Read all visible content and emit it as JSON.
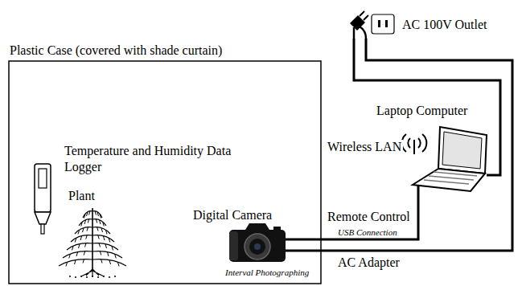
{
  "diagram": {
    "nodes": [
      {
        "text": [
          "Plastic Case (covered with shade curtain)"
        ]
      },
      {
        "text": [
          "Temperature and Humidity Data Logger"
        ],
        "in": 0
      },
      {
        "text": [
          "Plant"
        ],
        "in": 0
      },
      {
        "text": [
          "Digital Camera",
          "Interval Photographing"
        ],
        "in": 0
      },
      {
        "text": [
          "AC 100V Outlet"
        ]
      },
      {
        "text": [
          "Laptop Computer"
        ]
      }
    ],
    "edges": [
      {
        "from": 3,
        "to": 5,
        "arrow": "none",
        "label": "USB Connection"
      },
      {
        "from": 3,
        "to": 4,
        "arrow": "none",
        "label": "AC Adapter"
      },
      {
        "from": 5,
        "to": 4,
        "arrow": "none"
      }
    ],
    "labels": [
      "Wireless LAN",
      "Remote Control"
    ]
  }
}
